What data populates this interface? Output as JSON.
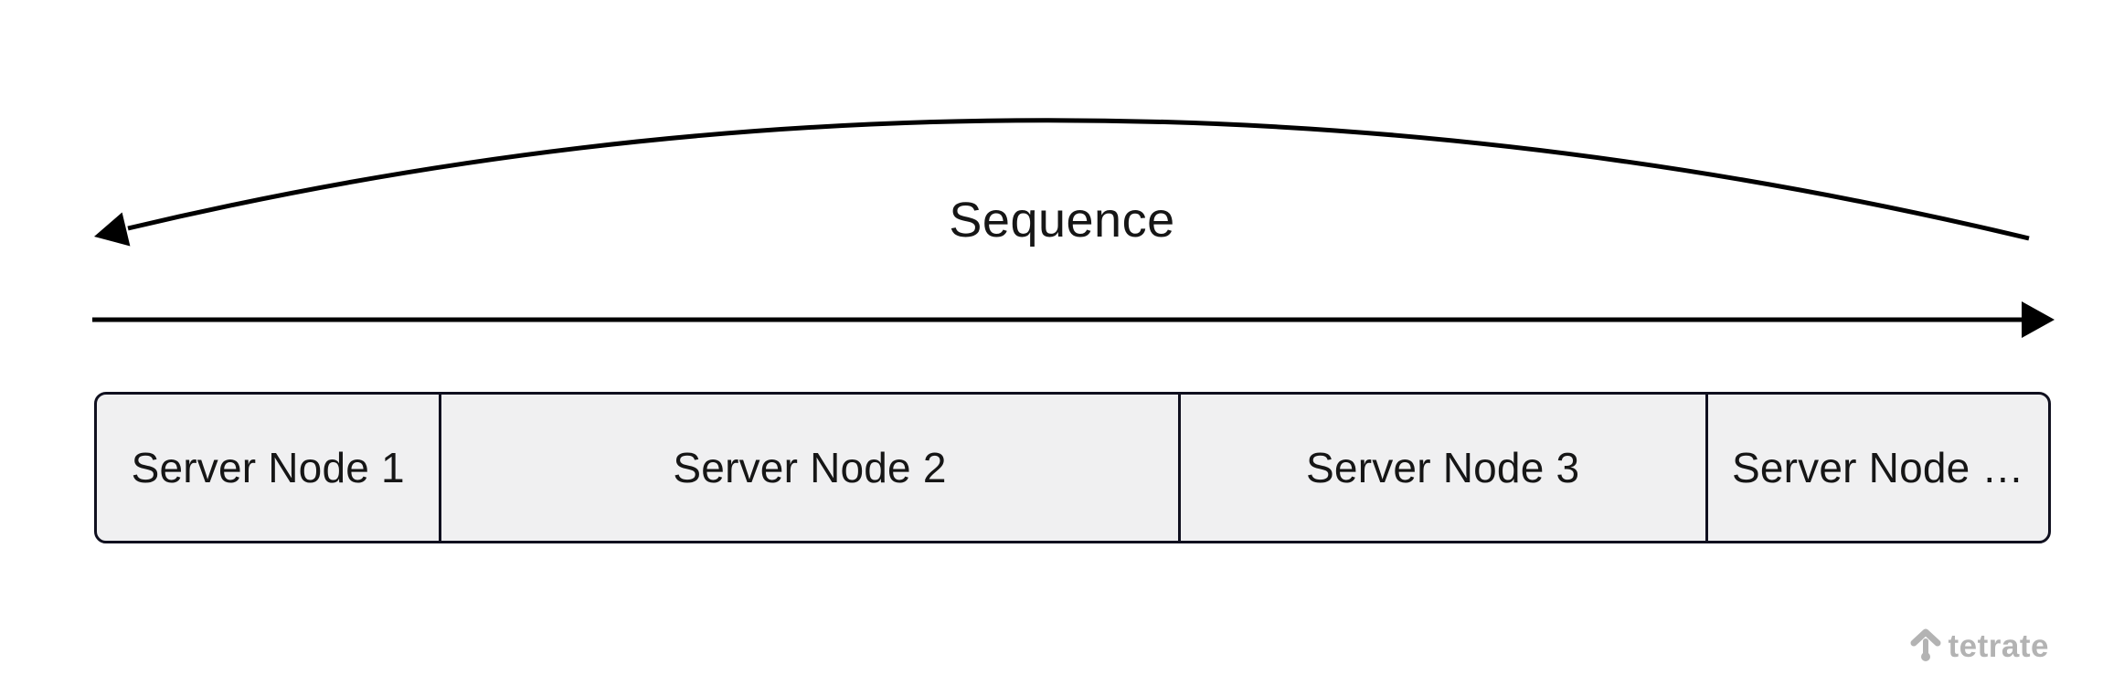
{
  "title": "Sequence across server nodes diagram",
  "colors": {
    "background": "#ffffff",
    "line": "#000000",
    "box_fill": "#f0f0f1",
    "box_border": "#10101f",
    "text": "#161616",
    "logo_gray": "#b3b3b3"
  },
  "diagram": {
    "sequence_label": "Sequence",
    "nodes": [
      {
        "label": "Server Node 1"
      },
      {
        "label": "Server Node 2"
      },
      {
        "label": "Server Node 3"
      },
      {
        "label": "Server Node …"
      }
    ]
  },
  "branding": {
    "logo_text": "tetrate",
    "logo_icon": "tetrate-arrow-icon"
  }
}
